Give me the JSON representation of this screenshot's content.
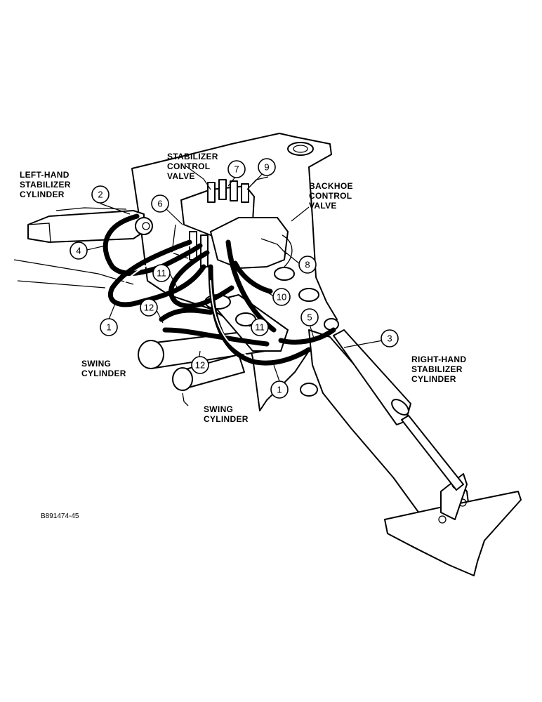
{
  "labels": {
    "stabilizer_control_valve": [
      "STABILIZER",
      "CONTROL",
      "VALVE"
    ],
    "left_hand_stabilizer_cylinder": [
      "LEFT-HAND",
      "STABILIZER",
      "CYLINDER"
    ],
    "backhoe_control_valve": [
      "BACKHOE",
      "CONTROL",
      "VALVE"
    ],
    "swing_cylinder_left": [
      "SWING",
      "CYLINDER"
    ],
    "swing_cylinder_bottom": [
      "SWING",
      "CYLINDER"
    ],
    "right_hand_stabilizer_cylinder": [
      "RIGHT-HAND",
      "STABILIZER",
      "CYLINDER"
    ]
  },
  "callouts": [
    {
      "id": "c1a",
      "num": "1"
    },
    {
      "id": "c1b",
      "num": "1"
    },
    {
      "id": "c2",
      "num": "2"
    },
    {
      "id": "c3",
      "num": "3"
    },
    {
      "id": "c4",
      "num": "4"
    },
    {
      "id": "c5",
      "num": "5"
    },
    {
      "id": "c6",
      "num": "6"
    },
    {
      "id": "c7",
      "num": "7"
    },
    {
      "id": "c8",
      "num": "8"
    },
    {
      "id": "c9",
      "num": "9"
    },
    {
      "id": "c10",
      "num": "10"
    },
    {
      "id": "c11a",
      "num": "11"
    },
    {
      "id": "c11b",
      "num": "11"
    },
    {
      "id": "c12a",
      "num": "12"
    },
    {
      "id": "c12b",
      "num": "12"
    }
  ],
  "figure_code": "B891474-45"
}
